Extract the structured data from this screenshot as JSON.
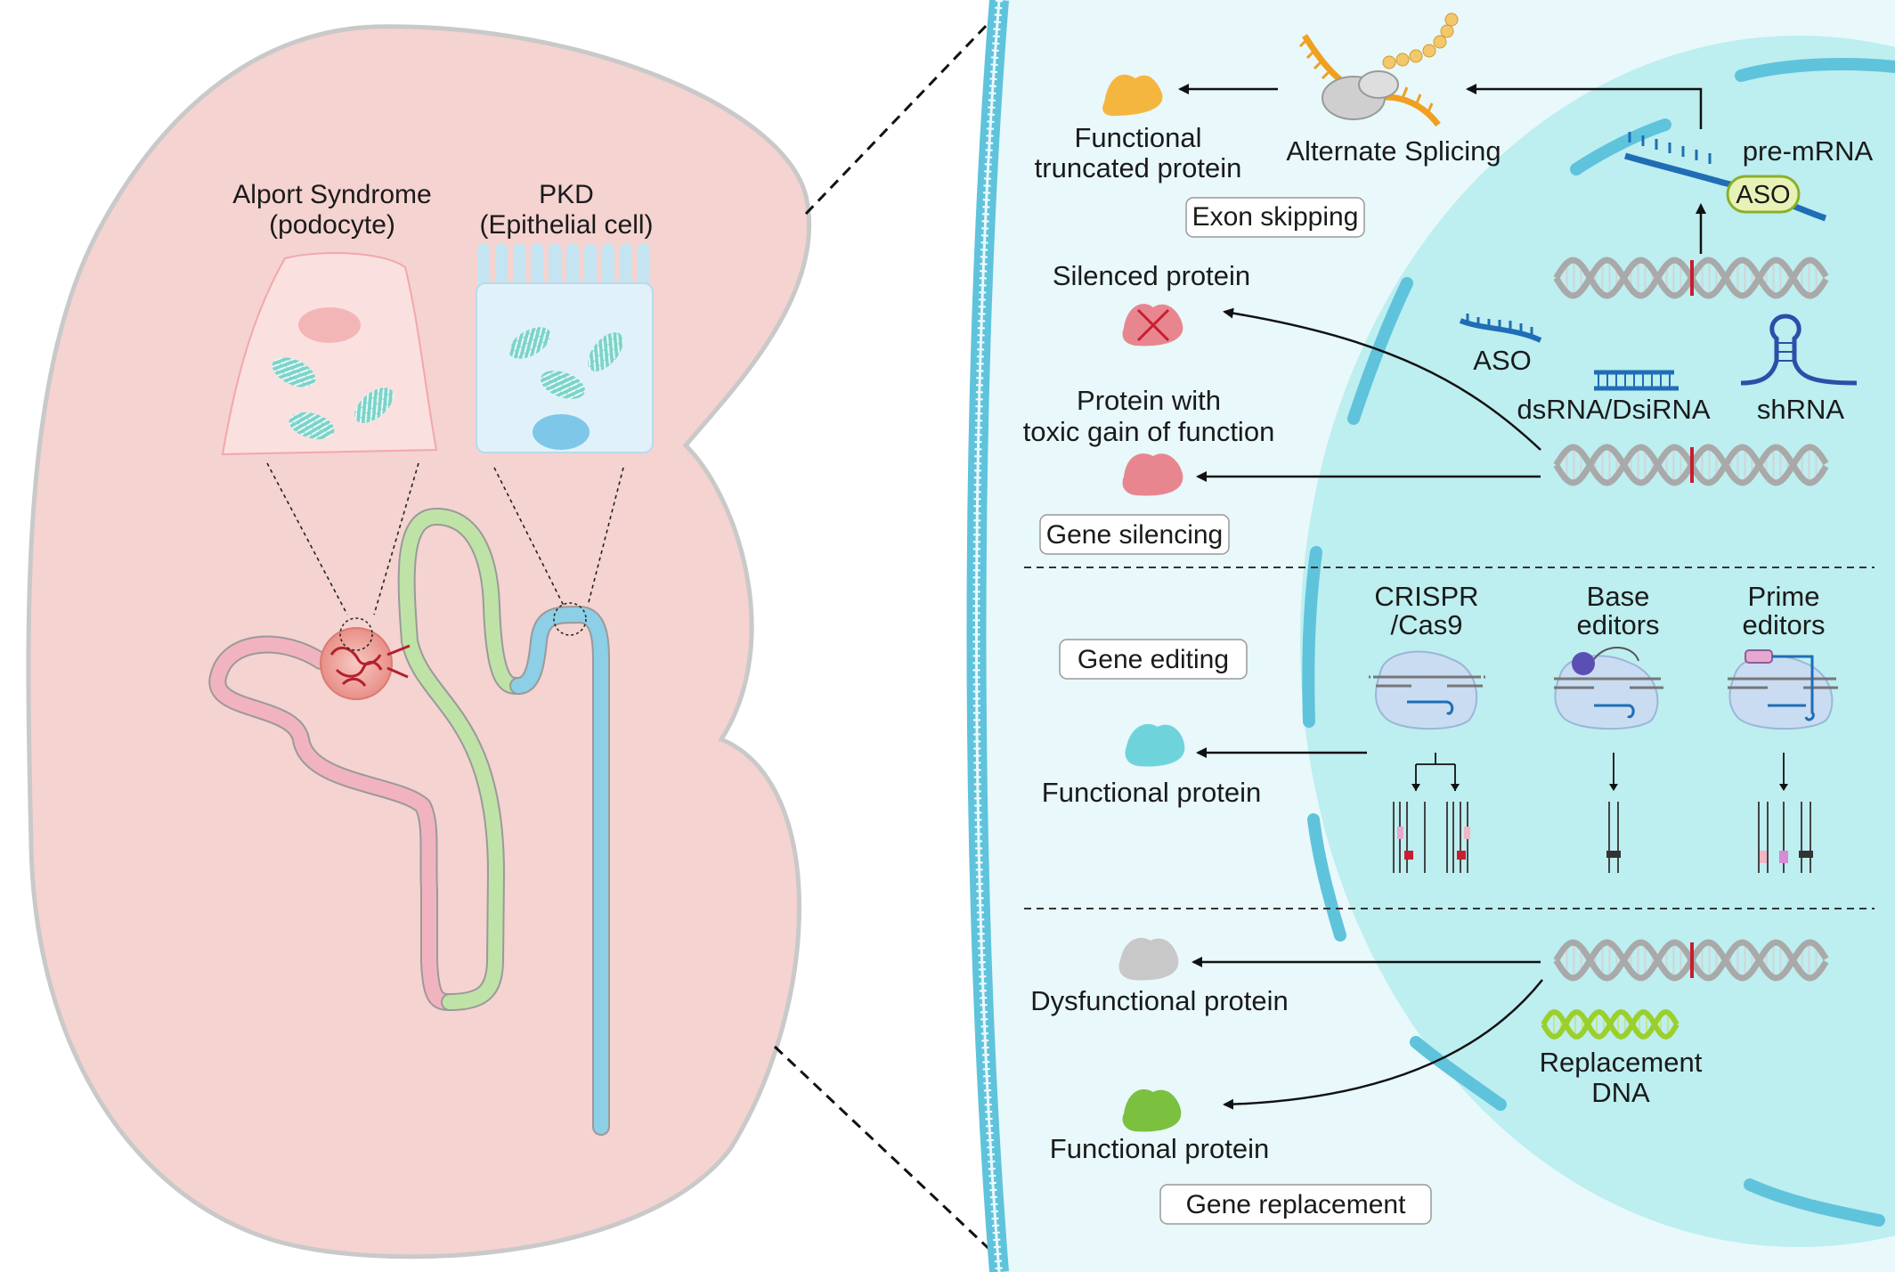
{
  "kidney": {
    "alport_line1": "Alport Syndrome",
    "alport_line2": "(podocyte)",
    "pkd_line1": "PKD",
    "pkd_line2": "(Epithelial cell)"
  },
  "exon_skipping": {
    "box_label": "Exon skipping",
    "result_line1": "Functional",
    "result_line2": "truncated protein",
    "splicing_label": "Alternate Splicing",
    "pre_mrna_label": "pre-mRNA",
    "aso_label": "ASO"
  },
  "gene_silencing": {
    "box_label": "Gene silencing",
    "silenced_label": "Silenced protein",
    "toxic_line1": "Protein with",
    "toxic_line2": "toxic gain of function",
    "aso_label": "ASO",
    "dsrna_label": "dsRNA/DsiRNA",
    "shrna_label": "shRNA"
  },
  "gene_editing": {
    "box_label": "Gene editing",
    "result_label": "Functional protein",
    "crispr_line1": "CRISPR",
    "crispr_line2": "/Cas9",
    "base_line1": "Base",
    "base_line2": "editors",
    "prime_line1": "Prime",
    "prime_line2": "editors"
  },
  "gene_replacement": {
    "box_label": "Gene replacement",
    "dysfunctional_label": "Dysfunctional protein",
    "functional_label": "Functional protein",
    "replacement_line1": "Replacement",
    "replacement_line2": "DNA"
  },
  "colors": {
    "kidney_fill": "#f4d3d0",
    "nucleus": "#bdeef0",
    "cell_bg": "#e8f8fb",
    "membrane": "#5fc3dc",
    "tubule_pink": "#f2b3c0",
    "tubule_green": "#bfe3a6",
    "tubule_blue": "#8ccfe6",
    "protein_yellow": "#f5b640",
    "protein_pink": "#e8868f",
    "protein_cyan": "#6fd3dc",
    "protein_gray": "#c8c8c8",
    "protein_green": "#7cc040",
    "mutation_red": "#c81e32"
  }
}
